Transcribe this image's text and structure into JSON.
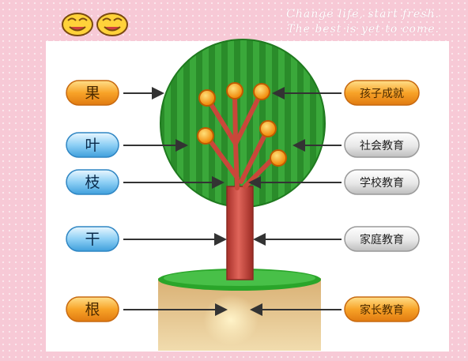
{
  "header": {
    "slogan_line1": "Change life, start fresh.",
    "slogan_line2": "The best is yet to come."
  },
  "tree_labels": [
    {
      "key": "fruit",
      "text": "果",
      "color": "orange"
    },
    {
      "key": "leaf",
      "text": "叶",
      "color": "blue"
    },
    {
      "key": "branch",
      "text": "枝",
      "color": "blue"
    },
    {
      "key": "trunk",
      "text": "干",
      "color": "blue"
    },
    {
      "key": "root",
      "text": "根",
      "color": "orange"
    }
  ],
  "education_labels": [
    {
      "key": "achievement",
      "text": "孩子成就",
      "color": "orange"
    },
    {
      "key": "society",
      "text": "社会教育",
      "color": "gray"
    },
    {
      "key": "school",
      "text": "学校教育",
      "color": "gray"
    },
    {
      "key": "family",
      "text": "家庭教育",
      "color": "gray"
    },
    {
      "key": "parents",
      "text": "家长教育",
      "color": "orange"
    }
  ],
  "colors": {
    "background_pink": "#f7c9d6",
    "leaf_green": "#2f9a2f",
    "trunk_red": "#c9473a",
    "fruit_orange": "#f7a21b",
    "soil_tan": "#e7c98f",
    "grass_green": "#2aa52a"
  }
}
